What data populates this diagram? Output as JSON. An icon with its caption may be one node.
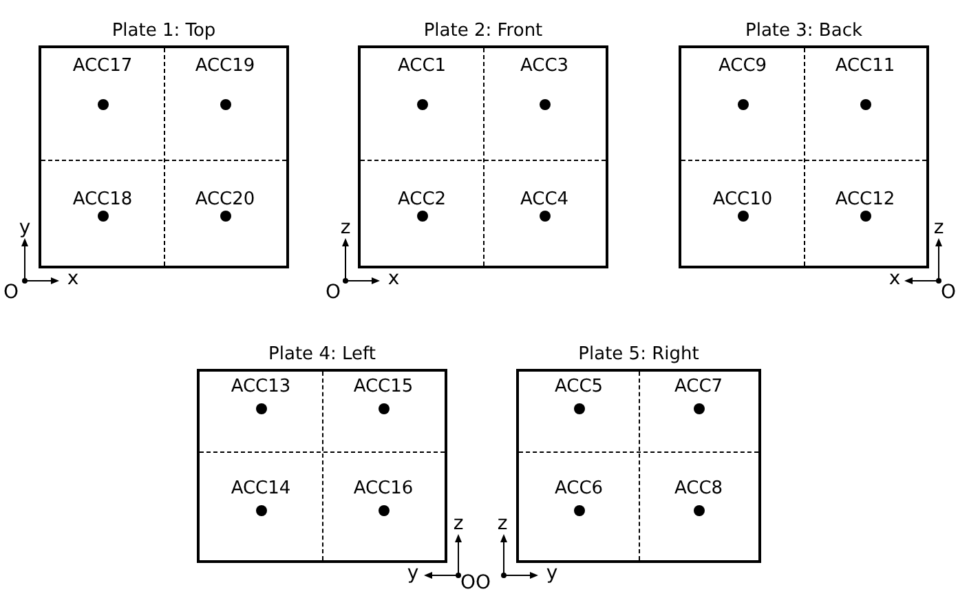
{
  "diagram": {
    "nodes": [
      {
        "text": [
          "Plate 1: Top"
        ]
      },
      {
        "text": [
          "Plate 2: Front"
        ]
      },
      {
        "text": [
          "Plate 3: Back"
        ]
      },
      {
        "text": [
          "Plate 4: Left"
        ]
      },
      {
        "text": [
          "Plate 5: Right"
        ]
      }
    ],
    "labels": [
      "ACC17",
      "ACC19",
      "ACC18",
      "ACC20",
      "y",
      "O",
      "x",
      "ACC1",
      "ACC3",
      "ACC2",
      "ACC4",
      "z",
      "O",
      "x",
      "ACC9",
      "ACC11",
      "ACC10",
      "ACC12",
      "z",
      "x",
      "O",
      "ACC13",
      "ACC15",
      "ACC14",
      "ACC16",
      "z",
      "y",
      "O",
      "ACC5",
      "ACC7",
      "ACC6",
      "ACC8",
      "z",
      "O",
      "y"
    ]
  }
}
